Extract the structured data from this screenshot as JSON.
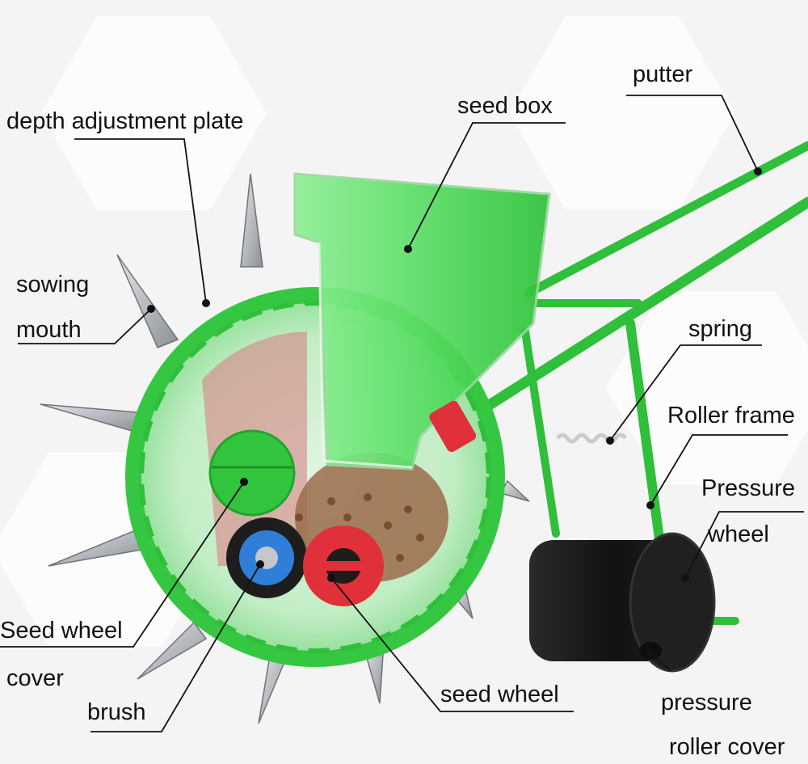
{
  "labels": {
    "putter": "putter",
    "depth_adjustment_plate": "depth adjustment plate",
    "seed_box": "seed box",
    "sowing_line1": "sowing",
    "sowing_line2": "mouth",
    "spring": "spring",
    "roller_frame": "Roller frame",
    "pressure_wheel_line1": "Pressure",
    "pressure_wheel_line2": "wheel",
    "seed_wheel_cover_line1": "Seed wheel",
    "seed_wheel_cover_line2": "cover",
    "brush": "brush",
    "seed_wheel": "seed wheel",
    "pressure_roller_cover_line1": "pressure",
    "pressure_roller_cover_line2": "roller cover"
  },
  "colors": {
    "frame_green": "#2fc23a",
    "translucent_green": "#5ee06a",
    "red_part": "#e0303a",
    "blue_part": "#2f7fd8",
    "roller_black": "#1a1a1a",
    "steel": "#b9bcc0",
    "seeds": "#9b6b4a"
  }
}
